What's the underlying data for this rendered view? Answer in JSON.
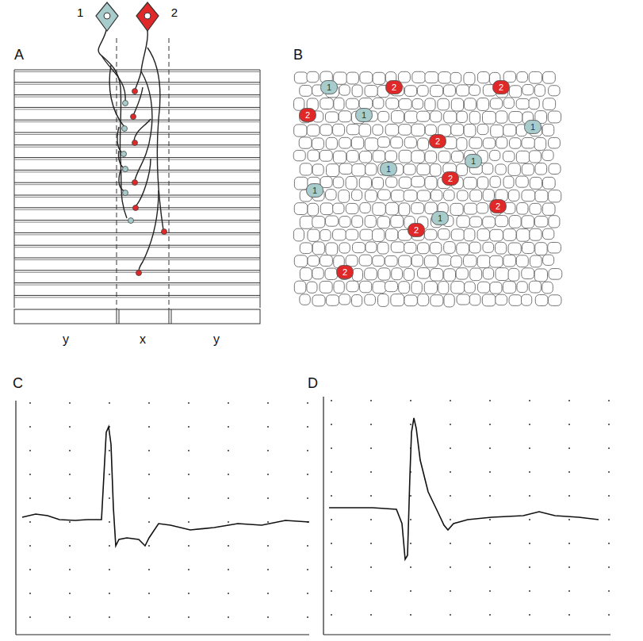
{
  "diagram": {
    "nodes": [
      {
        "text": [
          "1"
        ]
      },
      {
        "text": [
          "2"
        ]
      },
      {
        "text": [
          "1"
        ]
      },
      {
        "text": [
          "2"
        ]
      },
      {
        "text": [
          "2"
        ]
      },
      {
        "text": [
          "2"
        ]
      },
      {
        "text": [
          "1"
        ]
      },
      {
        "text": [
          "1"
        ]
      },
      {
        "text": [
          "2"
        ]
      },
      {
        "text": [
          "1"
        ]
      },
      {
        "text": [
          "1"
        ]
      },
      {
        "text": [
          "2"
        ]
      },
      {
        "text": [
          "1"
        ]
      },
      {
        "text": [
          "2"
        ]
      },
      {
        "text": [
          "1"
        ]
      },
      {
        "text": [
          "2"
        ]
      },
      {
        "text": [
          "2"
        ]
      }
    ],
    "labels": [
      "A",
      "B",
      "C",
      "D",
      "y",
      "x",
      "y"
    ]
  }
}
